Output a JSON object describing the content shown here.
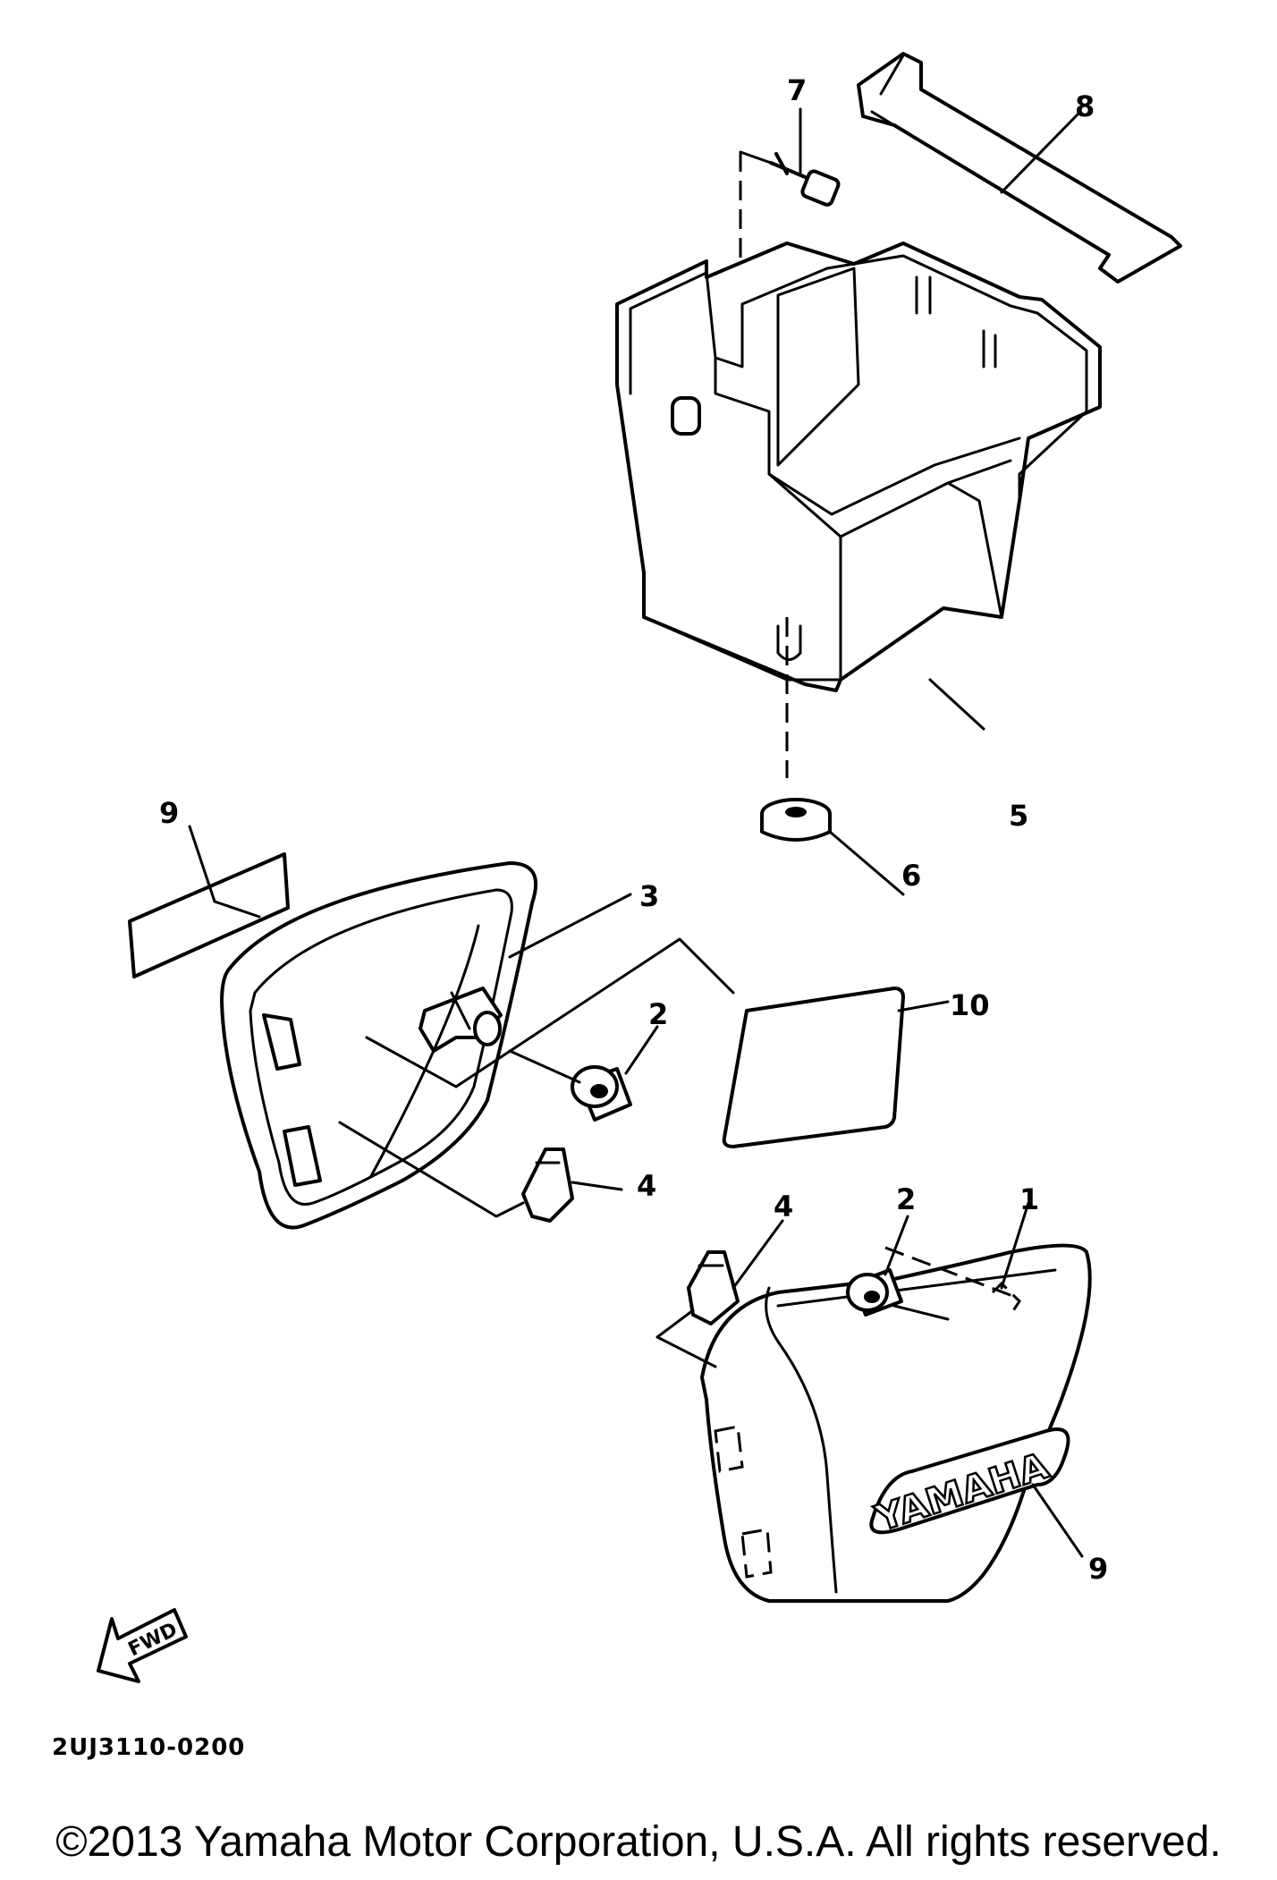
{
  "diagram_code": "2UJ3110-0200",
  "copyright": "©2013 Yamaha Motor Corporation, U.S.A. All rights reserved.",
  "fwd_label": "FWD",
  "emblem_text": "YAMAHA",
  "callouts": {
    "c1": "1",
    "c2a": "2",
    "c2b": "2",
    "c3": "3",
    "c4a": "4",
    "c4b": "4",
    "c5": "5",
    "c6": "6",
    "c7": "7",
    "c8": "8",
    "c9a": "9",
    "c9b": "9",
    "c10": "10"
  }
}
